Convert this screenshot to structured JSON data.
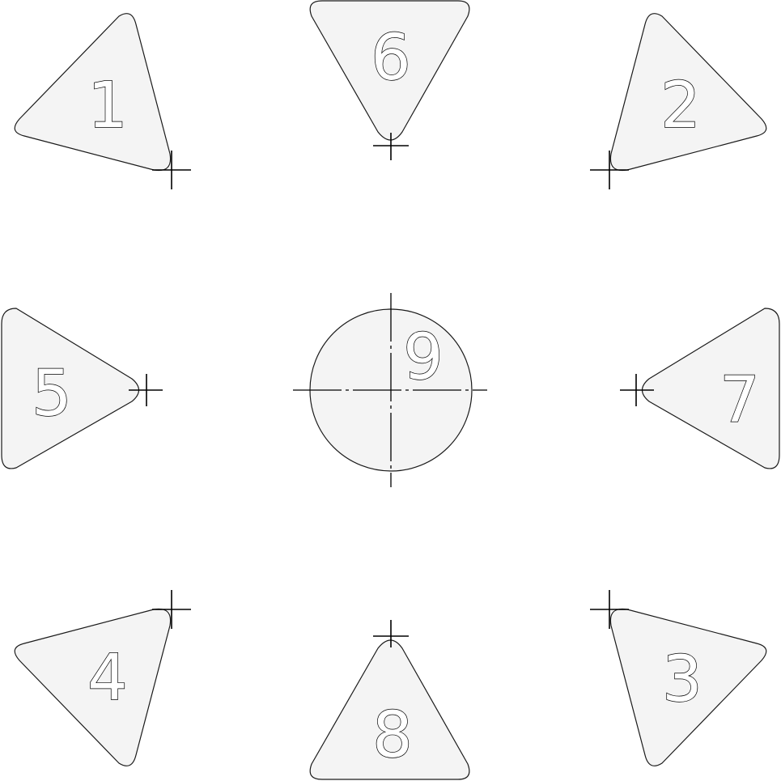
{
  "pieces": [
    {
      "id": "1",
      "label": "1"
    },
    {
      "id": "2",
      "label": "2"
    },
    {
      "id": "3",
      "label": "3"
    },
    {
      "id": "4",
      "label": "4"
    },
    {
      "id": "5",
      "label": "5"
    },
    {
      "id": "6",
      "label": "6"
    },
    {
      "id": "7",
      "label": "7"
    },
    {
      "id": "8",
      "label": "8"
    },
    {
      "id": "9",
      "label": "9"
    }
  ],
  "colors": {
    "piece_fill": "#f4f4f4",
    "outline": "#1a1a1a",
    "background": "#ffffff"
  }
}
